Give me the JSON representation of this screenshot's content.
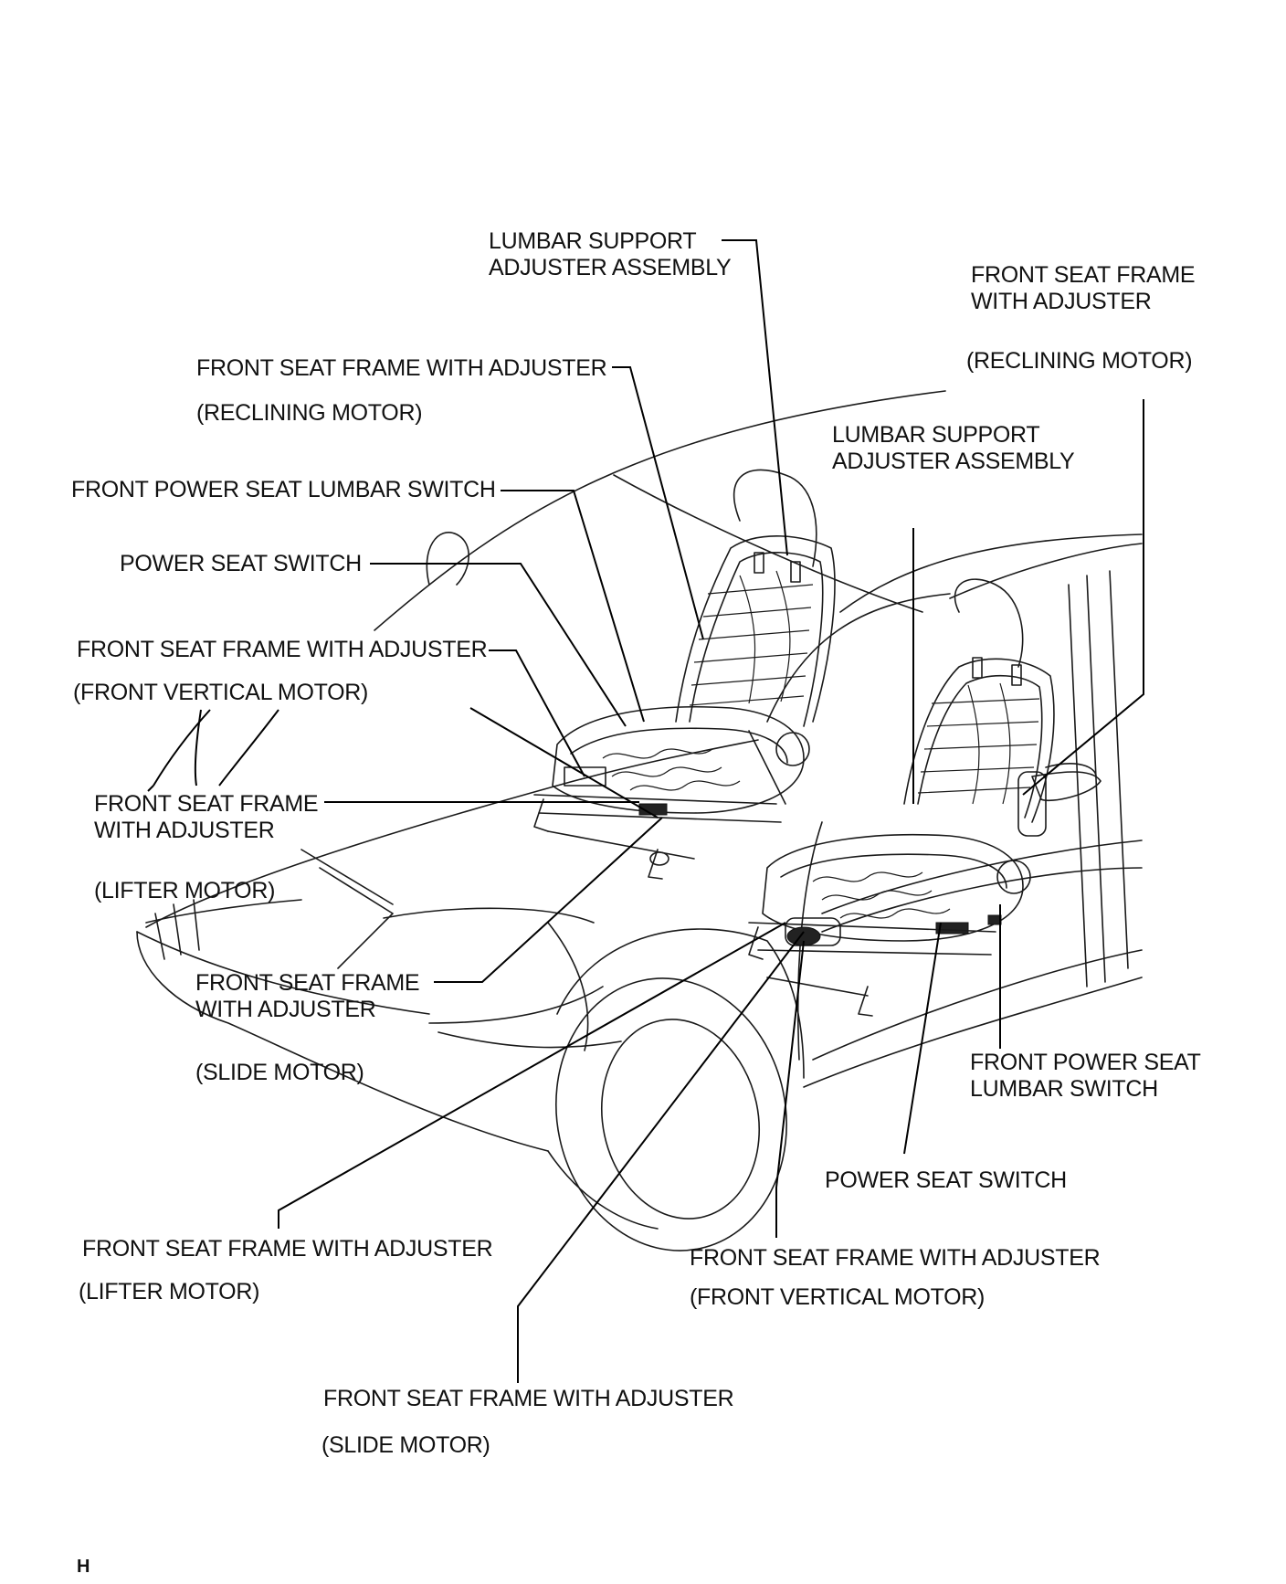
{
  "labels": {
    "lumbar_support_top": [
      "LUMBAR SUPPORT",
      "ADJUSTER ASSEMBLY"
    ],
    "frame_reclining_right": [
      "FRONT SEAT FRAME",
      "WITH ADJUSTER",
      "(RECLINING MOTOR)"
    ],
    "frame_reclining_left": [
      "FRONT SEAT FRAME WITH ADJUSTER",
      "(RECLINING MOTOR)"
    ],
    "lumbar_support_right": [
      "LUMBAR SUPPORT",
      "ADJUSTER ASSEMBLY"
    ],
    "lumbar_switch_left": [
      "FRONT POWER SEAT LUMBAR SWITCH"
    ],
    "power_seat_switch_left": [
      "POWER SEAT SWITCH"
    ],
    "frame_vertical_left": [
      "FRONT SEAT FRAME WITH ADJUSTER",
      "(FRONT VERTICAL MOTOR)"
    ],
    "frame_lifter_left": [
      "FRONT SEAT FRAME",
      "WITH ADJUSTER",
      "(LIFTER MOTOR)"
    ],
    "frame_slide_left": [
      "FRONT SEAT FRAME",
      "WITH ADJUSTER",
      "(SLIDE MOTOR)"
    ],
    "lumbar_switch_right": [
      "FRONT POWER SEAT",
      "LUMBAR SWITCH"
    ],
    "power_seat_switch_right": [
      "POWER SEAT SWITCH"
    ],
    "frame_lifter_bottom": [
      "FRONT SEAT FRAME WITH ADJUSTER",
      "(LIFTER MOTOR)"
    ],
    "frame_vertical_bottom": [
      "FRONT SEAT FRAME WITH ADJUSTER",
      "(FRONT VERTICAL MOTOR)"
    ],
    "frame_slide_bottom": [
      "FRONT SEAT FRAME WITH ADJUSTER",
      "(SLIDE MOTOR)"
    ]
  },
  "corner_mark": "H"
}
